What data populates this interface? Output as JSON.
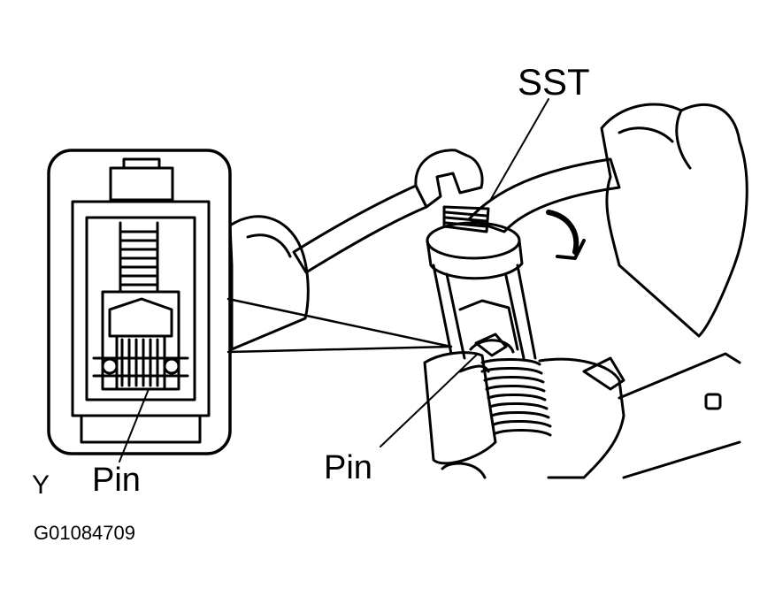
{
  "labels": {
    "sst": "SST",
    "pin_left": "Pin",
    "pin_right": "Pin",
    "view_letter": "Y",
    "figure_code": "G01084709"
  },
  "colors": {
    "ink": "#000000",
    "paper": "#ffffff"
  }
}
